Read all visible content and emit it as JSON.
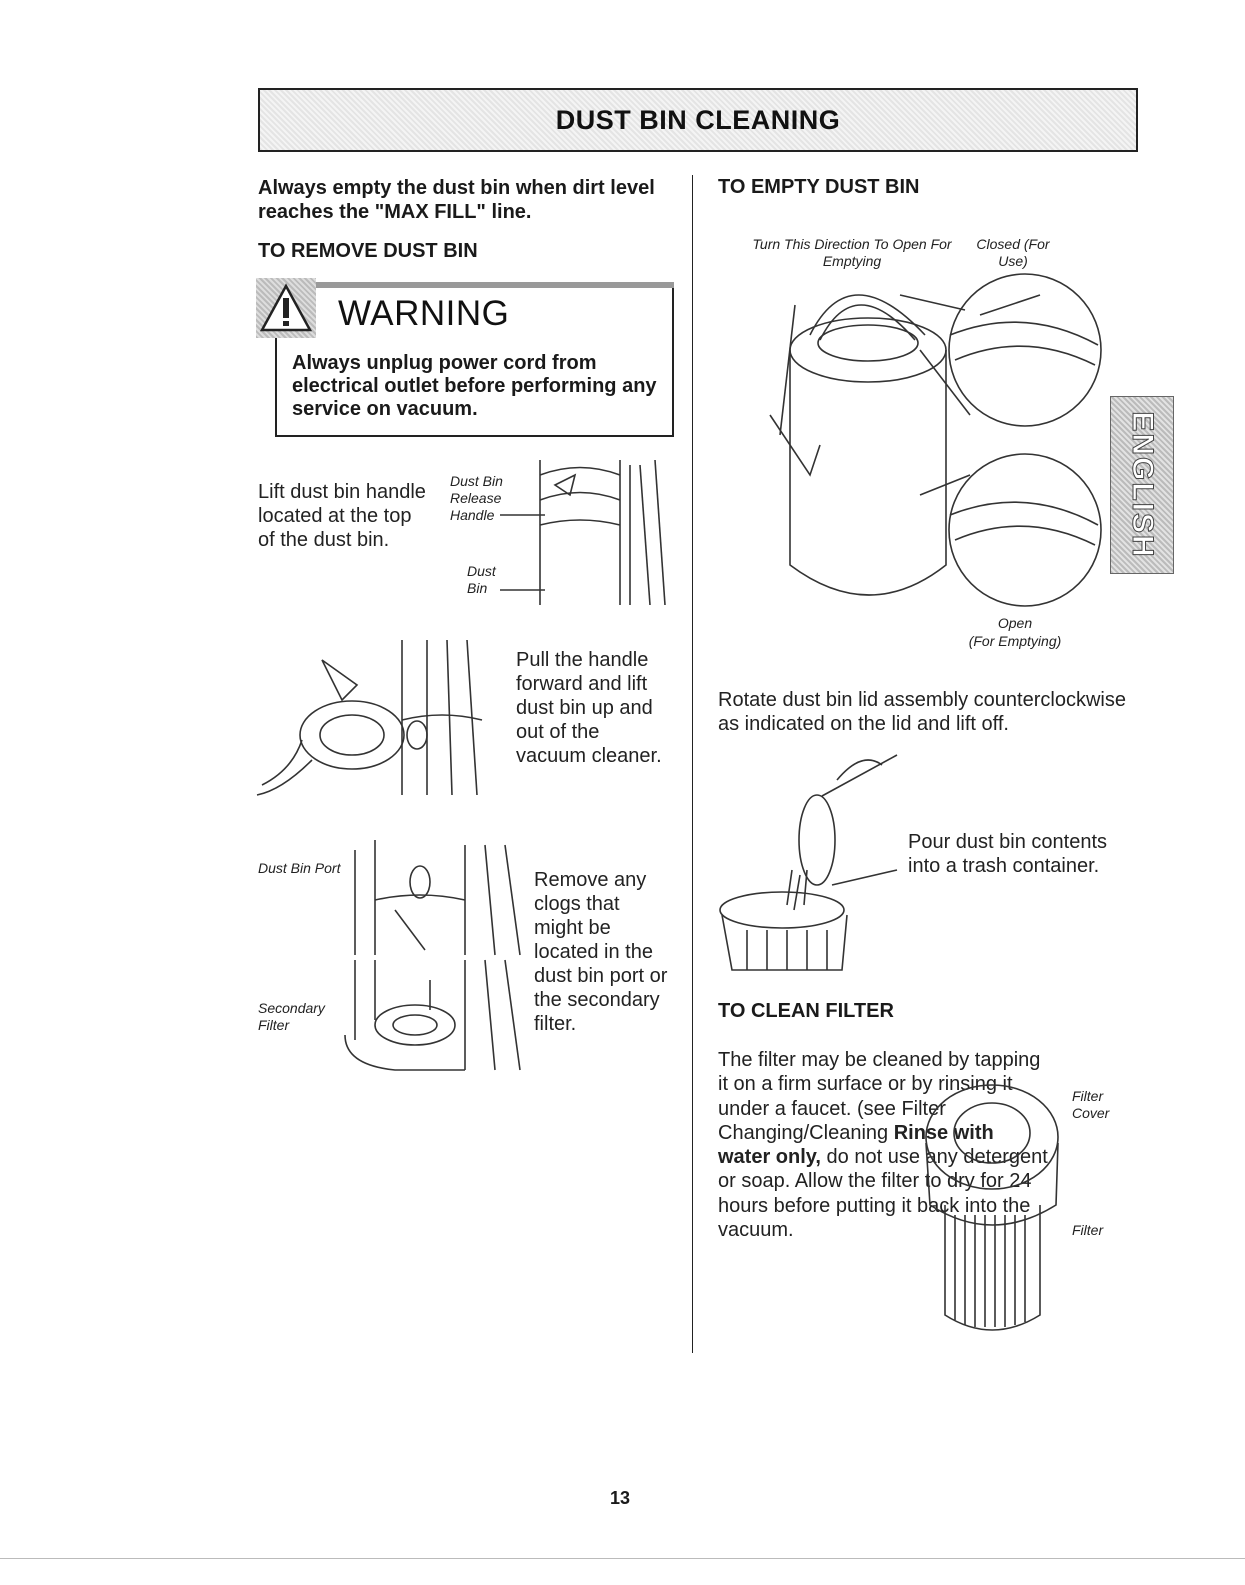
{
  "title": "DUST BIN CLEANING",
  "intro": "Always empty the dust bin when dirt level reaches the \"MAX FILL\" line.",
  "remove_heading": "TO REMOVE DUST BIN",
  "warning": {
    "label": "WARNING",
    "text": "Always unplug power cord from electrical outlet before performing any service on vacuum."
  },
  "step1": {
    "text": "Lift dust bin handle located at the top of the dust bin.",
    "label_handle": "Dust Bin Release Handle",
    "label_bin": "Dust Bin"
  },
  "step2": {
    "text": "Pull the handle forward and lift dust bin up and out of the vacuum cleaner."
  },
  "step3": {
    "text": "Remove any clogs that might be located in the dust bin port or the secondary filter.",
    "label_port": "Dust Bin Port",
    "label_filter": "Secondary Filter"
  },
  "empty_heading": "TO EMPTY DUST BIN",
  "empty_labels": {
    "turn": "Turn This Direction To Open For Emptying",
    "closed": "Closed (For Use)",
    "open": "Open",
    "open_sub": "(For Emptying)"
  },
  "rotate_text": "Rotate dust bin lid assembly counterclockwise as indicated on the lid and lift off.",
  "pour_text": "Pour dust bin contents into a trash container.",
  "filter_heading": "TO CLEAN FILTER",
  "filter_text": {
    "part1": "The filter may be cleaned by tapping it on a firm surface or by rinsing it under a faucet. (see Filter Changing/Cleaning",
    "bold": "Rinse with water only,",
    "part2": " do not use any detergent or soap. Allow the filter to dry for 24 hours before putting it back into the vacuum."
  },
  "filter_labels": {
    "cover": "Filter Cover",
    "filter": "Filter"
  },
  "side_tab": "ENGLISH",
  "page_number": "13"
}
